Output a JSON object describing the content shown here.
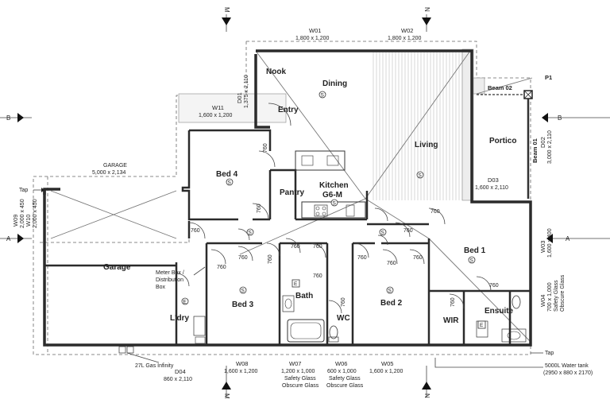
{
  "rooms": {
    "nook": "Nook",
    "dining": "Dining",
    "entry": "Entry",
    "living": "Living",
    "portico": "Portico",
    "bed4": "Bed 4",
    "pantry": "Pantry",
    "kitchen": "Kitchen",
    "kitchen_code": "G6-M",
    "garage": "Garage",
    "bed1": "Bed 1",
    "bed3": "Bed 3",
    "bath": "Bath",
    "bed2": "Bed 2",
    "wc": "WC",
    "ldry": "L'dry",
    "wir": "WIR",
    "ensuite": "Ensuite"
  },
  "symbols": {
    "smoke": "S",
    "exhaust": "E"
  },
  "windows": [
    {
      "id": "W01",
      "size": "1,800 x 1,200"
    },
    {
      "id": "W02",
      "size": "1,800 x 1,200"
    },
    {
      "id": "W11",
      "size": "1,600 x 1,200"
    },
    {
      "id": "W09",
      "size": "2,000 x 450"
    },
    {
      "id": "W10",
      "size": "2,000 x 450"
    },
    {
      "id": "W03",
      "size": "1,600 x 400"
    },
    {
      "id": "W04",
      "size": "700 x 1,000",
      "note1": "Safety Glass",
      "note2": "Obscure Glass"
    },
    {
      "id": "W08",
      "size": "1,600 x 1,200"
    },
    {
      "id": "W07",
      "size": "1,200 x 1,000",
      "note1": "Safety Glass",
      "note2": "Obscure Glass"
    },
    {
      "id": "W06",
      "size": "600 x 1,000",
      "note1": "Safety Glass",
      "note2": "Obscure Glass"
    },
    {
      "id": "W05",
      "size": "1,600 x 1,200"
    }
  ],
  "doors": [
    {
      "id": "D01",
      "size": "1,375 x 2,110"
    },
    {
      "id": "D02",
      "size": "3,000 x 2,110"
    },
    {
      "id": "D03",
      "size": "1,600 x 2,110"
    },
    {
      "id": "D04",
      "size": "860 x 2,110"
    }
  ],
  "garage_door": {
    "label": "GARAGE",
    "size": "5,000 x 2,134"
  },
  "beams": {
    "beam01": "Beam 01",
    "beam02": "Beam 02",
    "post": "P1"
  },
  "sections": {
    "a": "A",
    "b": "B",
    "m": "M",
    "n": "N"
  },
  "door_width": "760",
  "notes": {
    "tap": "Tap",
    "meter1": "Meter Box /",
    "meter2": "Distribution",
    "meter3": "Box",
    "gas": "27L Gas Infinity",
    "tank1": "5000L Water tank",
    "tank2": "(2950 x 880 x 2170)"
  }
}
